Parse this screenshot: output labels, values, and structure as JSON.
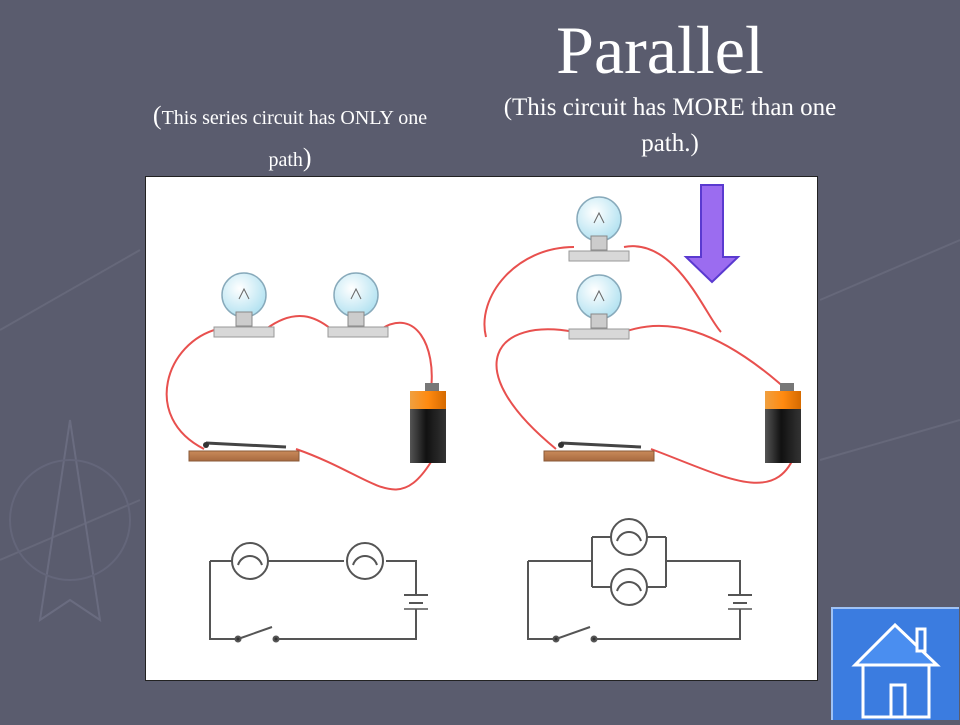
{
  "slide": {
    "title": "Parallel",
    "series_note": {
      "open_paren": "(",
      "text": "This series circuit has ONLY one path",
      "close_paren": ")"
    },
    "parallel_note": "(This circuit has MORE than one path.)"
  },
  "diagram": {
    "series_circuit": {
      "bulbs": 2,
      "battery": 1,
      "switch": 1,
      "paths": 1
    },
    "parallel_circuit": {
      "bulbs": 2,
      "battery": 1,
      "switch": 1,
      "paths": 2
    },
    "arrow_direction": "down"
  },
  "nav": {
    "home_icon": "home-icon"
  },
  "colors": {
    "background": "#5a5c6e",
    "wire": "#e8504e",
    "arrow": "#9b6cf0",
    "home_button": "#3b7ce0"
  }
}
